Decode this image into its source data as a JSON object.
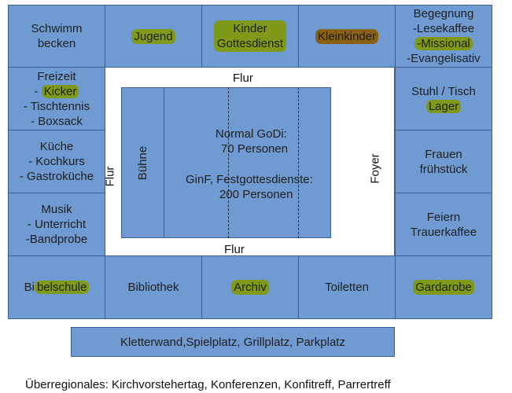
{
  "colors": {
    "room": "#6f9bd2",
    "highlight_green": "#7f9a1a",
    "highlight_brown": "#8a6114"
  },
  "top_row": {
    "schwimmbecken": [
      "Schwimm",
      "becken"
    ],
    "jugend": "Jugend",
    "kindergottesdienst": [
      "Kinder",
      "Gottesdienst"
    ],
    "kleinkinder": "Kleinkinder",
    "begegnung": [
      "Begegnung",
      "-Lesekaffee",
      "-Missional",
      "-Evangelisativ"
    ]
  },
  "left_column": {
    "freizeit": [
      "Freizeit",
      "- ",
      "Kicker",
      "- Tischtennis",
      "- Boxsack"
    ],
    "kueche": [
      "Küche",
      "- Kochkurs",
      "- Gastroküche"
    ],
    "musik": [
      "Musik",
      "- Unterricht",
      "-Bandprobe"
    ]
  },
  "right_column": {
    "stuhl_tisch": [
      "Stuhl / Tisch",
      "Lager"
    ],
    "frauen": [
      "Frauen",
      "frühstück"
    ],
    "feiern": [
      "Feiern",
      "Trauerkaffee"
    ]
  },
  "bottom_row": {
    "bibelschule": [
      "Bi",
      "belschule"
    ],
    "bibliothek": "Bibliothek",
    "archiv": "Archiv",
    "toiletten": "Toiletten",
    "gardarobe": "Gardarobe"
  },
  "corridor": {
    "flur_top": "Flur",
    "flur_bottom": "Flur",
    "flur_left": "Flur",
    "foyer": "Foyer"
  },
  "hall": {
    "stage": "Bühne",
    "normal_line1": "Normal GoDi:",
    "normal_line2": "70 Personen",
    "special_line1": "GinF, Festgottesdienste:",
    "special_line2": "200 Personen"
  },
  "outdoor": "Kletterwand,Spielplatz, Grillplatz, Parkplatz",
  "footer": "Überregionales: Kirchvorstehertag, Konferenzen, Konfitreff, Parrertreff"
}
